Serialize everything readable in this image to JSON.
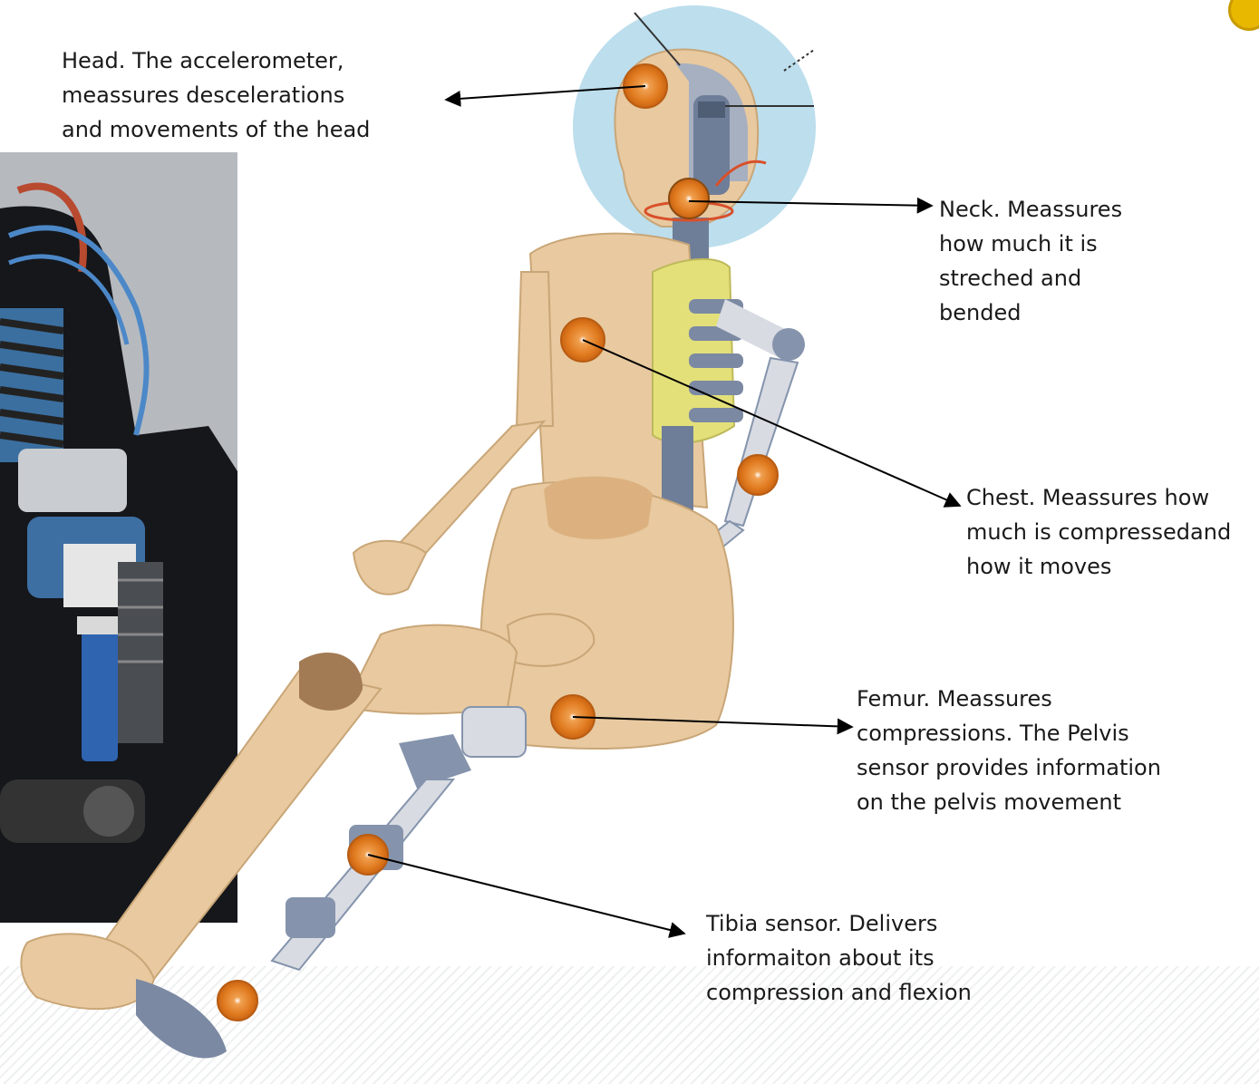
{
  "labels": {
    "head": "Head. The accelerometer,\nmeassures descelerations\nand movements of the head",
    "neck": "Neck. Meassures\nhow much it is\nstreched and\nbended",
    "chest": "Chest. Meassures how\nmuch is compressedand\nhow it moves",
    "femur": "Femur. Meassures\ncompressions. The Pelvis\nsensor provides information\non the pelvis movement",
    "tibia": "Tibia sensor. Delivers\ninformaiton about its\ncompression and flexion"
  },
  "icons": [
    "head-accelerometer-icon",
    "neck-sensor-icon",
    "chest-sensor-icon",
    "femur-sensor-icon",
    "tibia-sensor-icon",
    "arm-sensor-icon",
    "ankle-sensor-icon"
  ],
  "colors": {
    "sensor": "#e8882a",
    "skin": "#e8c9a0",
    "metal": "#8594ac",
    "vest": "#e3e07a",
    "head_bubble": "#b8dcec",
    "photo_bg": "#2a2d33"
  }
}
